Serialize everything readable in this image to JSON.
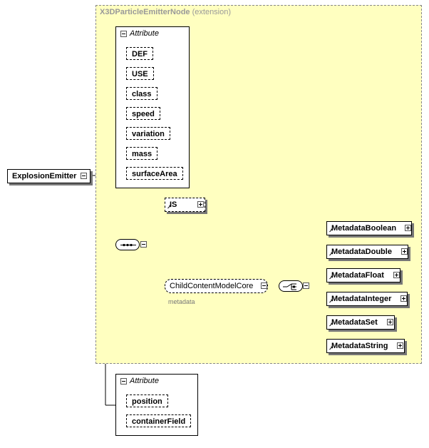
{
  "extension": {
    "name": "X3DParticleEmitterNode",
    "suffix": "(extension)"
  },
  "root": {
    "label": "ExplosionEmitter"
  },
  "attribute_group_1": {
    "header": "Attribute",
    "attributes": [
      "DEF",
      "USE",
      "class",
      "speed",
      "variation",
      "mass",
      "surfaceArea"
    ]
  },
  "attribute_group_2": {
    "header": "Attribute",
    "attributes": [
      "position",
      "containerField"
    ]
  },
  "is_element": {
    "label": "IS"
  },
  "group": {
    "label": "ChildContentModelCore",
    "subtitle": "metadata"
  },
  "choice_elements": [
    "MetadataBoolean",
    "MetadataDouble",
    "MetadataFloat",
    "MetadataInteger",
    "MetadataSet",
    "MetadataString"
  ],
  "colors": {
    "extension_fill": "#ffffc0",
    "extension_border": "#888888",
    "shadow": "#777777"
  },
  "icons": {
    "collapse": "minus-square-icon",
    "expand": "plus-square-icon",
    "reference": "ref-arrow-icon"
  }
}
